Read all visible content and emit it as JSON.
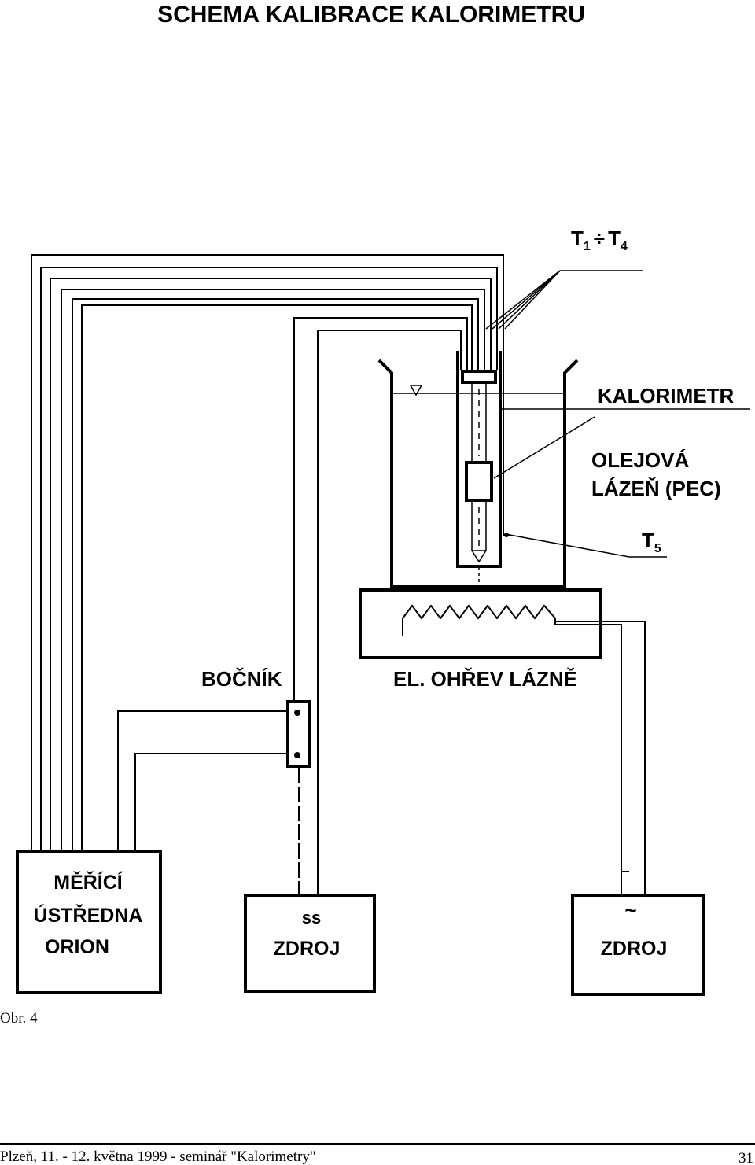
{
  "title": "SCHEMA KALIBRACE KALORIMETRU",
  "labels": {
    "t1_t4": {
      "main": "T",
      "sub1": "1",
      "sep": "÷",
      "main2": "T",
      "sub2": "4"
    },
    "kalorimetr": "KALORIMETR",
    "olejova_line1": "OLEJOVÁ",
    "olejova_line2": "LÁZEŇ (PEC)",
    "t5": {
      "main": "T",
      "sub": "5"
    },
    "bocnik": "BOČNÍK",
    "el_ohrev": "EL. OHŘEV LÁZNĚ"
  },
  "boxes": {
    "orion": {
      "line1": "MĚŘÍCÍ",
      "line2": "ÚSTŘEDNA",
      "line3": "ORION"
    },
    "ss_zdroj": {
      "line1": "ss",
      "line2": "ZDROJ"
    },
    "ac_zdroj": {
      "symbol": "~",
      "line1": "ZDROJ"
    }
  },
  "caption": "Obr. 4",
  "footer": {
    "text": "Plzeň, 11. - 12. května 1999 - seminář \"Kalorimetry\"",
    "page_number": "31"
  }
}
